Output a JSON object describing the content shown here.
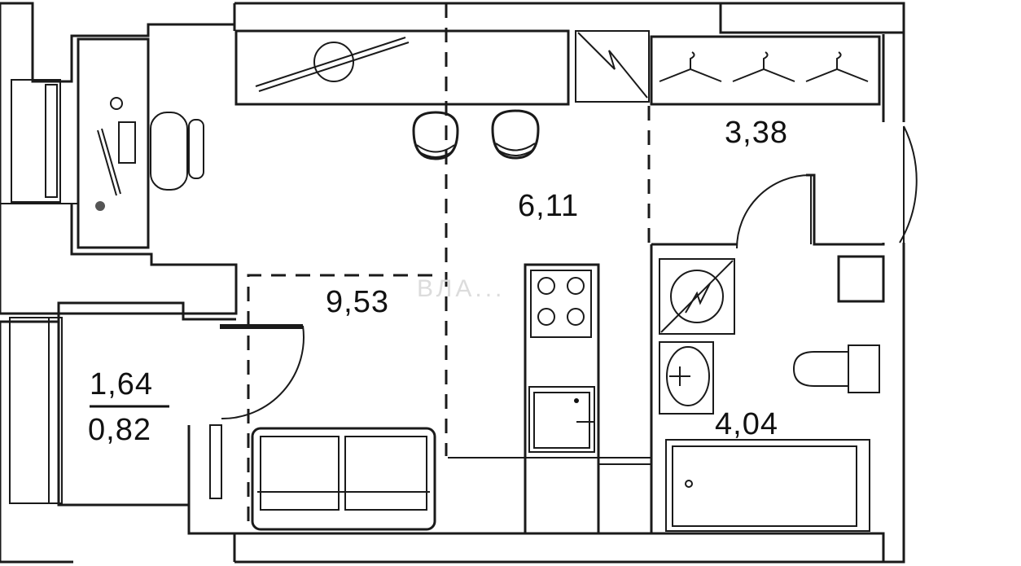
{
  "floor_plan": {
    "rooms": [
      {
        "id": "living",
        "area": "9,53"
      },
      {
        "id": "kitchen",
        "area": "6,11"
      },
      {
        "id": "hall",
        "area": "3,38"
      },
      {
        "id": "bathroom",
        "area": "4,04"
      },
      {
        "id": "balcony",
        "area": "1,64",
        "area_reduced": "0,82"
      }
    ],
    "watermark": "ВЛА..."
  }
}
